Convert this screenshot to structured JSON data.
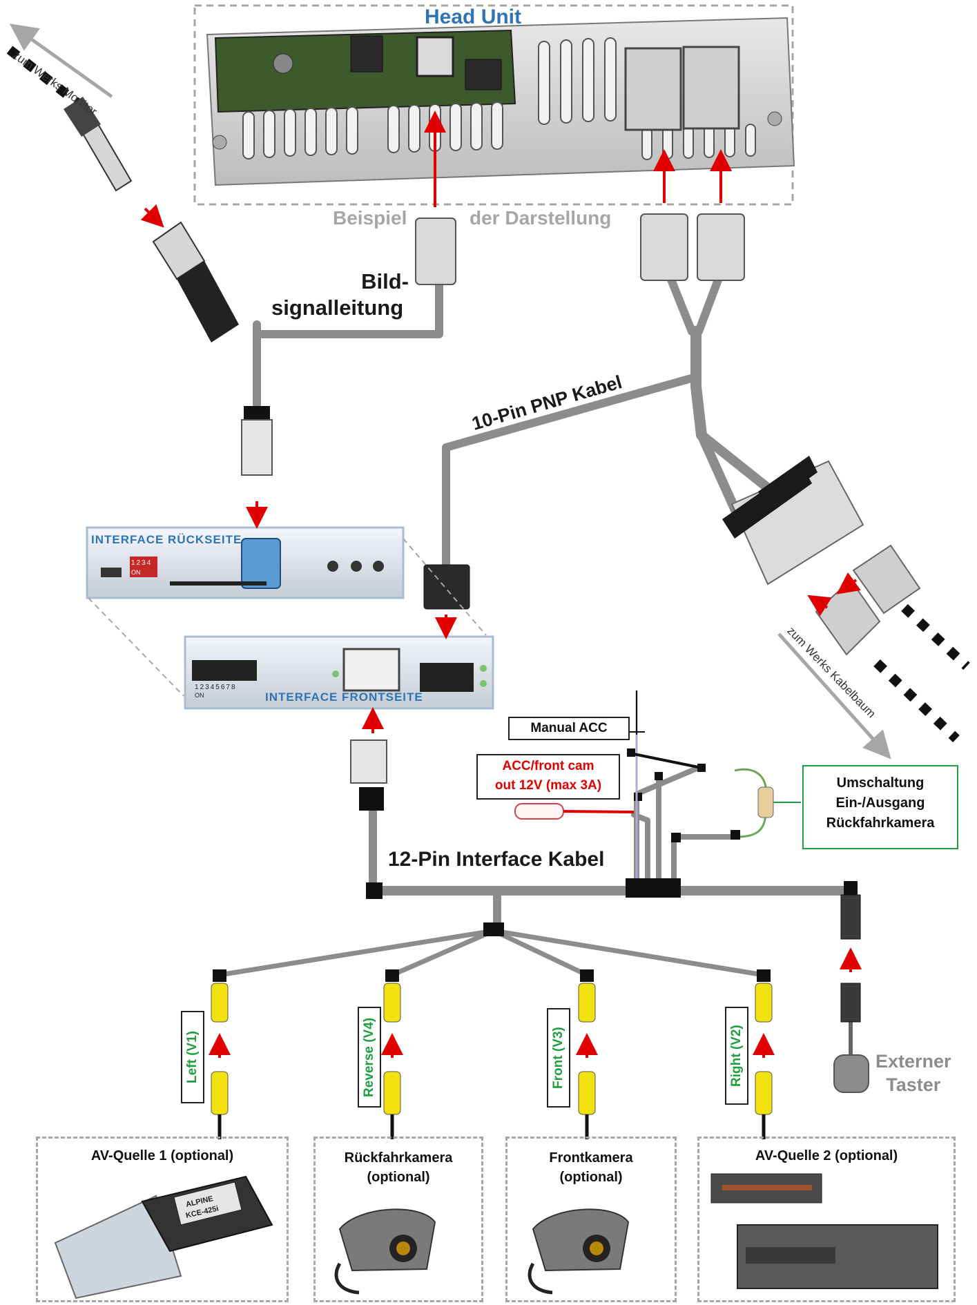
{
  "head_unit": {
    "title": "Head Unit",
    "example_left": "Beispiel",
    "example_right": "der Darstellung"
  },
  "labels": {
    "to_monitor": "zum Werks Monitor",
    "picture_cable_line1": "Bild-",
    "picture_cable_line2": "signalleitung",
    "pnp_cable": "10-Pin PNP Kabel",
    "interface_back": "INTERFACE  RÜCKSEITE",
    "interface_front": "INTERFACE  FRONTSEITE",
    "to_harness": "zum Werks Kabelbaum",
    "manual_acc": "Manual ACC",
    "acc_line1": "ACC/front cam",
    "acc_line2": "out  12V (max 3A)",
    "switch_line1": "Umschaltung",
    "switch_line2": "Ein-/Ausgang",
    "switch_line3": "Rückfahrkamera",
    "interface_cable": "12-Pin Interface Kabel",
    "external_button_line1": "Externer",
    "external_button_line2": "Taster"
  },
  "video_inputs": [
    {
      "label": "Left (V1)"
    },
    {
      "label": "Reverse (V4)"
    },
    {
      "label": "Front  (V3)"
    },
    {
      "label": "Right  (V2)"
    }
  ],
  "sources": [
    {
      "title_line1": "AV-Quelle 1 (optional)",
      "title_line2": "",
      "device_text_1": "ALPINE",
      "device_text_2": "KCE-425i"
    },
    {
      "title_line1": "Rückfahrkamera",
      "title_line2": "(optional)"
    },
    {
      "title_line1": "Frontkamera",
      "title_line2": "(optional)"
    },
    {
      "title_line1": "AV-Quelle 2 (optional)",
      "title_line2": ""
    }
  ],
  "dip_switch_back": [
    "1",
    "2",
    "3",
    "4"
  ],
  "dip_switch_back_on": "ON",
  "dip_switch_front": [
    "1",
    "2",
    "3",
    "4",
    "5",
    "6",
    "7",
    "8"
  ],
  "dip_switch_front_on": "ON",
  "colors": {
    "cable": "#8c8c8c",
    "arrow": "#e00000",
    "title_blue": "#2e74b5",
    "label_green": "#1e9e3e",
    "acc_red": "#e00000",
    "switch_border": "#1e9e3e",
    "dashed_gray": "#a6a6a6"
  }
}
